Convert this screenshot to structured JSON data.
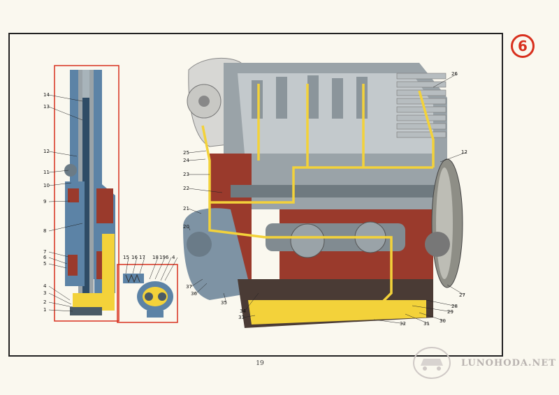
{
  "page": {
    "section_number": "6",
    "page_number": "19",
    "watermark": "LUNOHODA.NET",
    "colors": {
      "paper": "#faf8ef",
      "frame": "#222222",
      "accent_red": "#d8301e",
      "oil_yellow": "#f3d23a",
      "metal_blue": "#5c83a6",
      "casting_red": "#9a3a2c",
      "steel_grey": "#9aa3a8"
    }
  },
  "figure": {
    "left_labels": [
      "14",
      "13",
      "12",
      "11",
      "10",
      "9",
      "8",
      "7",
      "6",
      "5",
      "4",
      "3",
      "2",
      "1"
    ],
    "small_labels": [
      "15",
      "16",
      "17",
      "18",
      "19",
      "6",
      "4"
    ],
    "right_labels": [
      "26",
      "25",
      "24",
      "23",
      "22",
      "21",
      "20",
      "37",
      "36",
      "35",
      "34",
      "33",
      "12",
      "27",
      "28",
      "29",
      "30",
      "31",
      "32"
    ]
  }
}
